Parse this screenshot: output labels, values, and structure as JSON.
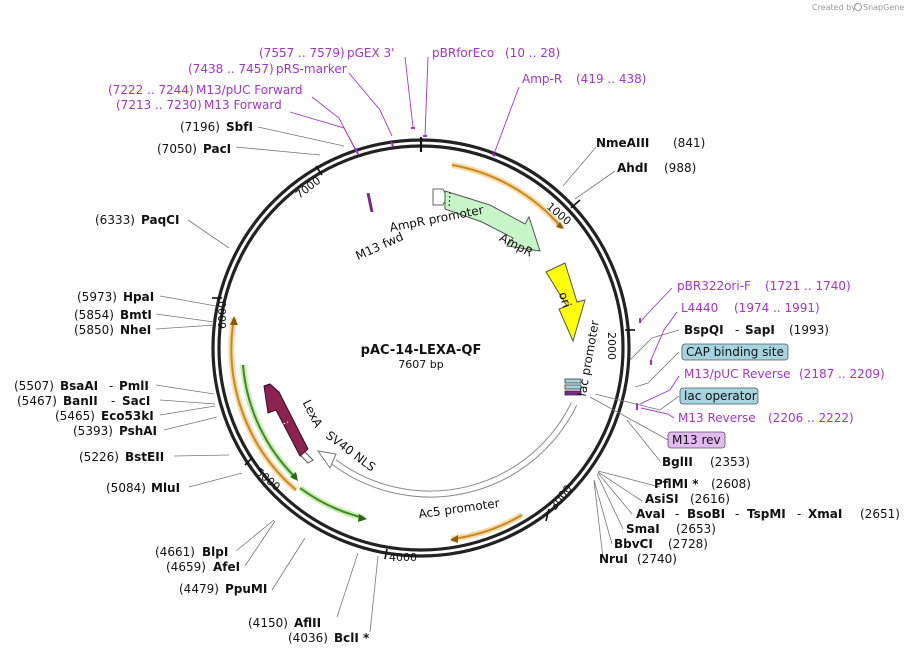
{
  "credit": {
    "text": "Created by",
    "brand": "SnapGene"
  },
  "plasmid": {
    "name": "pAC-14-LEXA-QF",
    "length": "7607 bp"
  },
  "ticks": [
    "1000",
    "2000",
    "3000",
    "4000",
    "5000",
    "6000",
    "7000"
  ],
  "enzymes": {
    "nmeaiii": {
      "name": "NmeAIII",
      "pos": "(841)"
    },
    "ahdi": {
      "name": "AhdI",
      "pos": "(988)"
    },
    "bspqi": {
      "name": "BspQI",
      "sep": "-",
      "name2": "SapI",
      "pos": "(1993)"
    },
    "bglii": {
      "name": "BglII",
      "pos": "(2353)"
    },
    "pflmi": {
      "name": "PflMI *",
      "pos": "(2608)"
    },
    "asisi": {
      "name": "AsiSI",
      "pos": "(2616)"
    },
    "avai": {
      "name": "AvaI",
      "sep": "-",
      "name2": "BsoBI",
      "sep2": "-",
      "name3": "TspMI",
      "sep3": "-",
      "name4": "XmaI",
      "pos": "(2651)"
    },
    "smai": {
      "name": "SmaI",
      "pos": "(2653)"
    },
    "bbvci": {
      "name": "BbvCI",
      "pos": "(2728)"
    },
    "nrui": {
      "name": "NruI",
      "pos": "(2740)"
    },
    "bcli": {
      "name": "BclI *",
      "pos": "(4036)"
    },
    "aflii": {
      "name": "AflII",
      "pos": "(4150)"
    },
    "ppumi": {
      "name": "PpuMI",
      "pos": "(4479)"
    },
    "afei": {
      "name": "AfeI",
      "pos": "(4659)"
    },
    "blpi": {
      "name": "BlpI",
      "pos": "(4661)"
    },
    "mlui": {
      "name": "MluI",
      "pos": "(5084)"
    },
    "bsteii": {
      "name": "BstEII",
      "pos": "(5226)"
    },
    "pshai": {
      "name": "PshAI",
      "pos": "(5393)"
    },
    "eco53ki": {
      "name": "Eco53kI",
      "pos": "(5465)"
    },
    "banii": {
      "name": "BanII",
      "sep": "-",
      "name2": "SacI",
      "pos": "(5467)"
    },
    "bsaai": {
      "name": "BsaAI",
      "sep": "-",
      "name2": "PmlI",
      "pos": "(5507)"
    },
    "nhei": {
      "name": "NheI",
      "pos": "(5850)"
    },
    "bmti": {
      "name": "BmtI",
      "pos": "(5854)"
    },
    "hpai": {
      "name": "HpaI",
      "pos": "(5973)"
    },
    "paqci": {
      "name": "PaqCI",
      "pos": "(6333)"
    },
    "paci": {
      "name": "PacI",
      "pos": "(7050)"
    },
    "sbfi": {
      "name": "SbfI",
      "pos": "(7196)"
    }
  },
  "primers": {
    "pgex3": {
      "name": "pGEX 3'",
      "pos": "(7557 .. 7579)"
    },
    "pbrforeco": {
      "name": "pBRforEco",
      "pos": "(10 .. 28)"
    },
    "prsmarker": {
      "name": "pRS-marker",
      "pos": "(7438 .. 7457)"
    },
    "ampr": {
      "name": "Amp-R",
      "pos": "(419 .. 438)"
    },
    "m13puc_fwd": {
      "name": "M13/pUC Forward",
      "pos": "(7222 .. 7244)"
    },
    "m13fwd": {
      "name": "M13 Forward",
      "pos": "(7213 .. 7230)"
    },
    "pbr322ori": {
      "name": "pBR322ori-F",
      "pos": "(1721 .. 1740)"
    },
    "l4440": {
      "name": "L4440",
      "pos": "(1974 .. 1991)"
    },
    "m13puc_rev": {
      "name": "M13/pUC Reverse",
      "pos": "(2187 .. 2209)"
    },
    "m13rev_primer": {
      "name": "M13 Reverse",
      "pos": "(2206 .. 2222)"
    }
  },
  "boxes": {
    "cap": "CAP binding site",
    "lacop": "lac operator",
    "m13rev": "M13 rev"
  },
  "features": {
    "ampr_promoter": "AmpR promoter",
    "ampr": "AmpR",
    "ori": "ori",
    "lac_promoter": "lac promoter",
    "ac5_promoter": "Ac5 promoter",
    "sv40_nls": "SV40 NLS",
    "lexa": "LexA",
    "m13_fwd": "M13 fwd"
  },
  "colors": {
    "ampr": "#c8f5c8",
    "ori": "#ffff00",
    "lexa": "#8b2252",
    "primer": "#a335c9",
    "orange_arc": "#f0a640",
    "green_arc": "#8bd06a",
    "box_blue": "#a3d4df",
    "box_pink": "#e4b8f0"
  }
}
